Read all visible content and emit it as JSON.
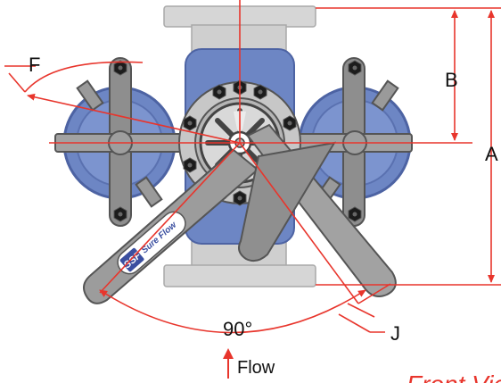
{
  "labels": {
    "dim_a": "A",
    "dim_b": "B",
    "dim_f": "F",
    "dim_j": "J",
    "angle": "90°",
    "flow": "Flow",
    "view_title": "Front View"
  },
  "brand": {
    "logo_text": "SSF",
    "name_text": "Sure Flow"
  },
  "colors": {
    "dimension_red": "#e8352c",
    "valve_body_blue": "#6d86c4",
    "flange_gray": "#d6d6d6",
    "handle_gray": "#8e8e8e",
    "bolt_black": "#1c1c1c"
  }
}
